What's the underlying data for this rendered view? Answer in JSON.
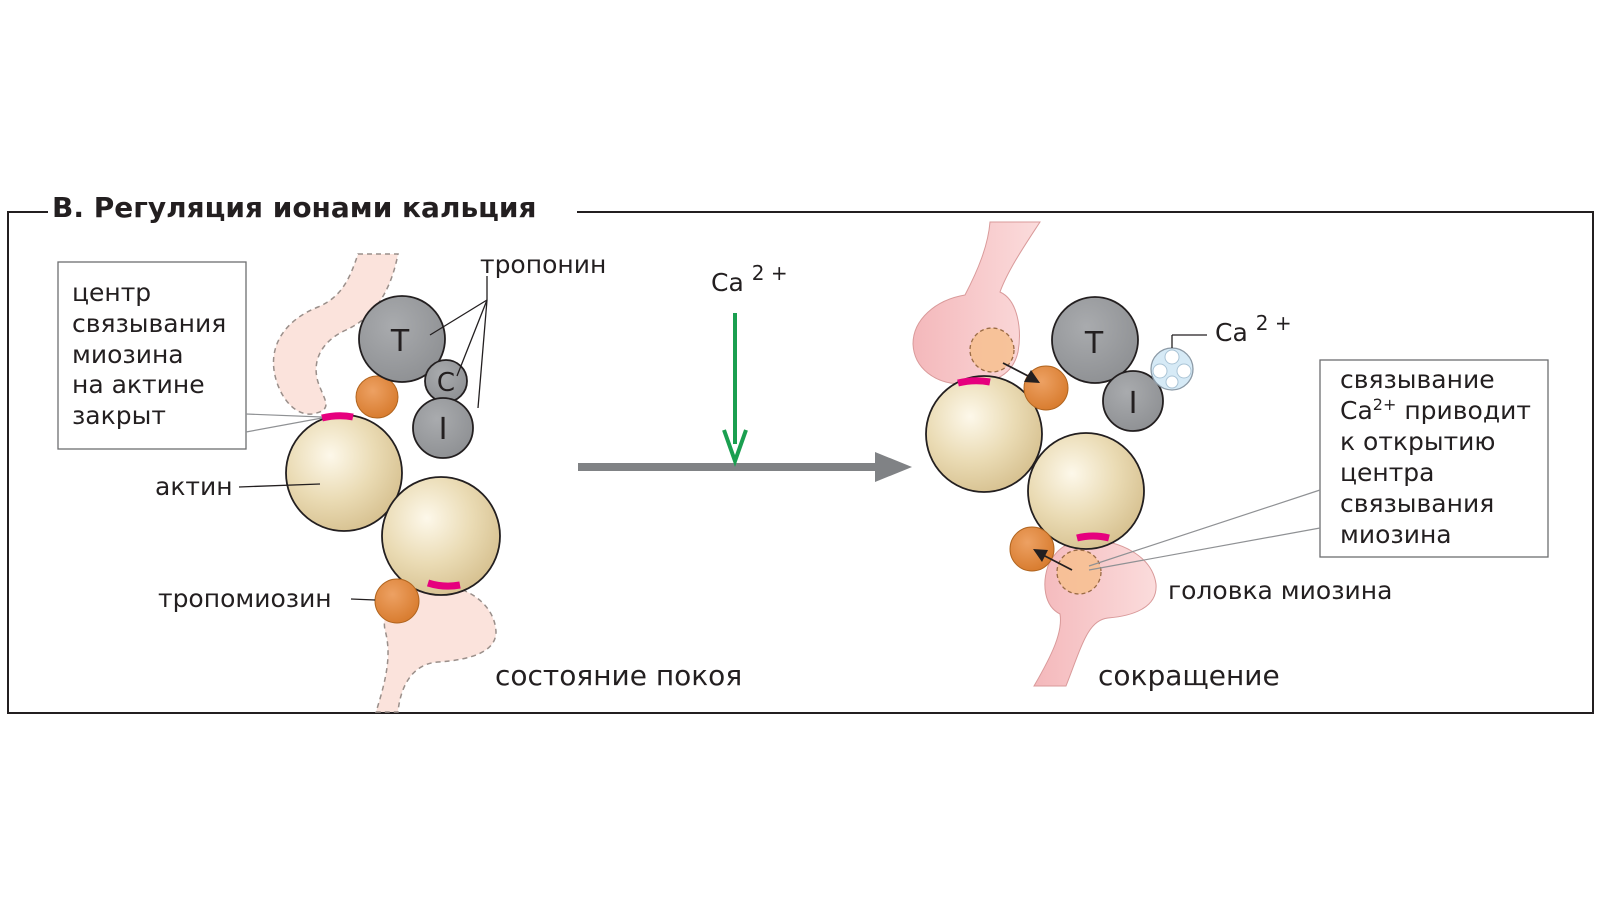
{
  "title": "B. Регуляция ионами кальция",
  "left_panel": {
    "callout": [
      "центр",
      "связывания",
      "миозина",
      "на актине",
      "закрыт"
    ],
    "label_troponin": "тропонин",
    "label_actin": "актин",
    "label_tropomyosin": "тропомиозин",
    "caption": "состояние покоя",
    "troponin_t": "T",
    "troponin_c": "C",
    "troponin_i": "I"
  },
  "arrow": {
    "ca_base": "Ca",
    "ca_charge": "2 +"
  },
  "right_panel": {
    "ca_base": "Ca",
    "ca_charge": "2 +",
    "callout_line1": "связывание",
    "callout_ca_base": "Ca",
    "callout_ca_charge": "2+",
    "callout_line2_rest": " приводит",
    "callout_rest": [
      "к открытию",
      "центра",
      "связывания",
      "миозина"
    ],
    "label_myosin_head": "головка миозина",
    "caption": "сокращение",
    "troponin_t": "T",
    "troponin_i": "I"
  },
  "colors": {
    "actin": "#e8d7ad",
    "tropomyosin": "#e08a3c",
    "troponin": "#9d9fa2",
    "myosin_rest": "#fbe3dc",
    "myosin_active": "#f6c6c6",
    "binding_site": "#e6007e",
    "calcium_arrow": "#1a9f50",
    "main_arrow": "#808285"
  }
}
